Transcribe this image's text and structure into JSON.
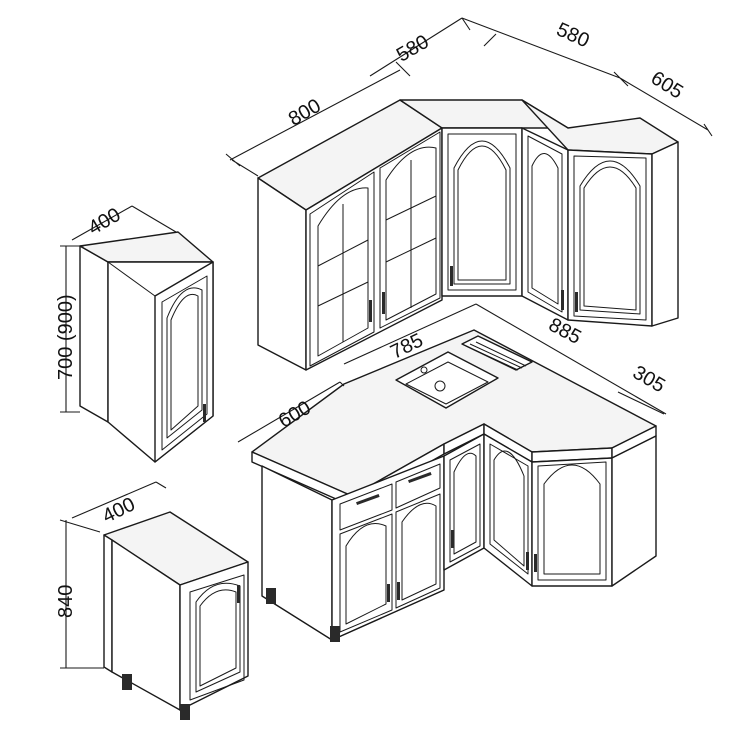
{
  "diagram": {
    "dimensions": {
      "wall_left_width": "800",
      "wall_corner_a": "580",
      "wall_corner_b": "580",
      "wall_right_width": "605",
      "tall_width": "400",
      "tall_height": "700 (900)",
      "base_left_width": "600",
      "base_sink_width": "785",
      "base_right_width": "885",
      "base_right_depth": "305",
      "small_base_width": "400",
      "small_base_height": "840"
    }
  }
}
